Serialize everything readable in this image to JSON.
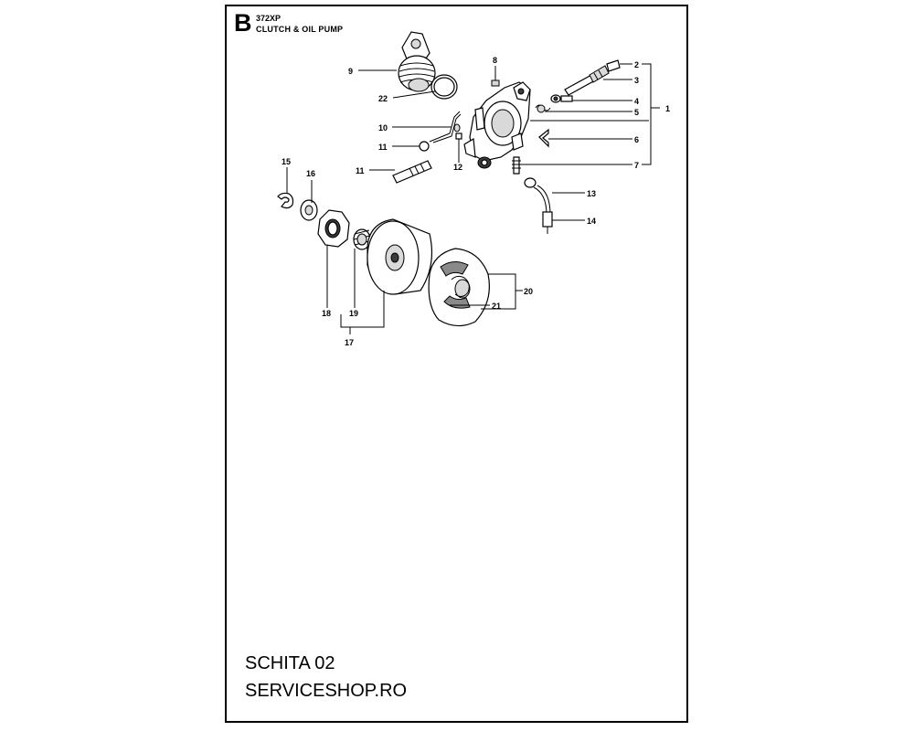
{
  "header": {
    "section_letter": "B",
    "model": "372XP",
    "title": "CLUTCH & OIL PUMP"
  },
  "footer": {
    "schita": "SCHITA 02",
    "shop": "SERVICESHOP.RO"
  },
  "callouts": {
    "c1": "1",
    "c2": "2",
    "c3": "3",
    "c4": "4",
    "c5": "5",
    "c6": "6",
    "c7": "7",
    "c8": "8",
    "c9": "9",
    "c10": "10",
    "c11a": "11",
    "c11b": "11",
    "c12": "12",
    "c13": "13",
    "c14": "14",
    "c15": "15",
    "c16": "16",
    "c17": "17",
    "c18": "18",
    "c19": "19",
    "c20": "20",
    "c21": "21",
    "c22": "22"
  }
}
